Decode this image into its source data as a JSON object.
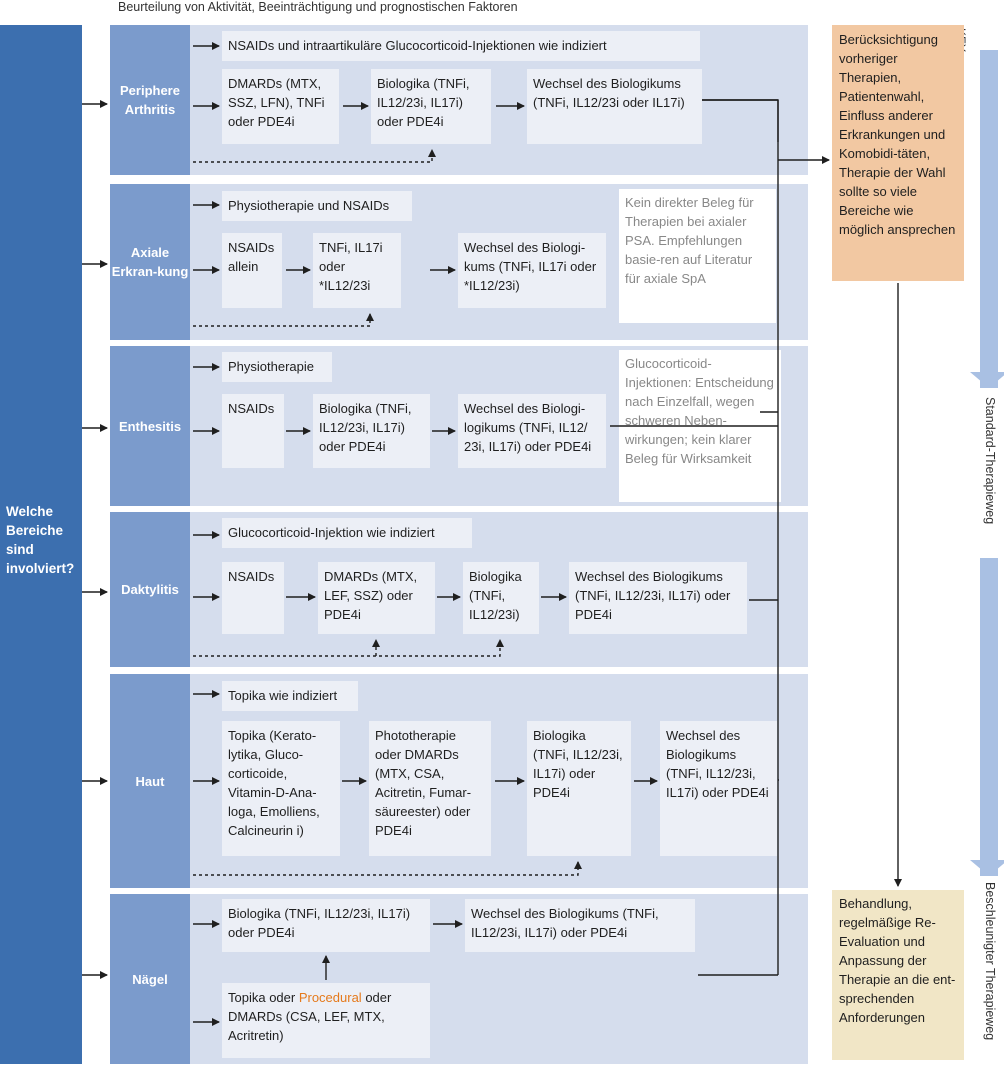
{
  "caption": "Beurteilung von Aktivität, Beeinträchtigung und prognostischen Faktoren",
  "question": "Welche Bereiche sind involviert?",
  "sections": [
    {
      "label": "Periphere Arthritis",
      "top_row": "NSAIDs und intraartikuläre Glucocorticoid-Injektionen wie indiziert",
      "boxes": [
        "DMARDs (MTX, SSZ, LFN), TNFi oder PDE4i",
        "Biologika (TNFi, IL12/23i, IL17i) oder PDE4i",
        "Wechsel des Biologikums (TNFi, IL12/23i oder IL17i)"
      ]
    },
    {
      "label": "Axiale Erkran-kung",
      "top_row": "Physiotherapie und NSAIDs",
      "boxes": [
        "NSAIDs allein",
        "TNFi, IL17i oder *IL12/23i",
        "Wechsel des Biologi-kums (TNFi, IL17i oder *IL12/23i)"
      ],
      "note": "Kein direkter Beleg für Therapien bei axialer PSA. Empfehlungen basie-ren auf Literatur für axiale SpA"
    },
    {
      "label": "Enthesitis",
      "top_row": "Physiotherapie",
      "boxes": [
        "NSAIDs",
        "Biologika (TNFi, IL12/23i, IL17i) oder PDE4i",
        "Wechsel des Biologi-logikums (TNFi, IL12/ 23i, IL17i) oder PDE4i"
      ],
      "note": "Glucocorticoid-Injektionen: Entscheidung nach Einzelfall, wegen schweren Neben-wirkungen; kein klarer Beleg für Wirksamkeit"
    },
    {
      "label": "Daktylitis",
      "top_row": "Glucocorticoid-Injektion wie indiziert",
      "boxes": [
        "NSAIDs",
        "DMARDs (MTX, LEF, SSZ) oder PDE4i",
        "Biologika (TNFi, IL12/23i)",
        "Wechsel des Biologikums (TNFi, IL12/23i, IL17i) oder PDE4i"
      ]
    },
    {
      "label": "Haut",
      "top_row": "Topika wie indiziert",
      "boxes": [
        "Topika (Kerato-lytika, Gluco-corticoide, Vitamin-D-Ana-loga, Emolliens, Calcineurin i)",
        "Phototherapie oder DMARDs (MTX, CSA, Acitretin, Fumar-säureester) oder PDE4i",
        "Biologika (TNFi, IL12/23i, IL17i) oder PDE4i",
        "Wechsel des Biologikums (TNFi, IL12/23i, IL17i) oder PDE4i"
      ]
    },
    {
      "label": "Nägel",
      "boxes": [
        "Biologika (TNFi, IL12/23i, IL17i) oder PDE4i",
        "Wechsel des Biologikums (TNFi, IL12/23i, IL17i) oder PDE4i"
      ],
      "topika_pre": "Topika oder ",
      "topika_proc": "Procedural",
      "topika_post": " oder DMARDs (CSA, LEF, MTX, Acritretin)"
    }
  ],
  "right": {
    "orange_text": "Berücksichtigung vorheriger Therapien, Patientenwahl, Einfluss anderer Erkrankungen und Komobidi-täten, Therapie der Wahl sollte so viele Bereiche wie möglich ansprechen",
    "cream_text": "Behandlung, regelmäßige Re-Evaluation und Anpassung der Therapie an die ent-sprechenden Anforderungen",
    "key": "KEY",
    "standard": "Standard-Therapieweg",
    "accelerated": "Beschleunigter Therapieweg"
  },
  "colors": {
    "left_bar": "#3c6faf",
    "section_label": "#7b9bcc",
    "section_bg": "#d5dded",
    "box": "#eceff6",
    "orange": "#f2c8a2",
    "cream": "#f1e6c6",
    "arrow_band": "#a9c0e3",
    "procedural": "#e57a1c"
  }
}
